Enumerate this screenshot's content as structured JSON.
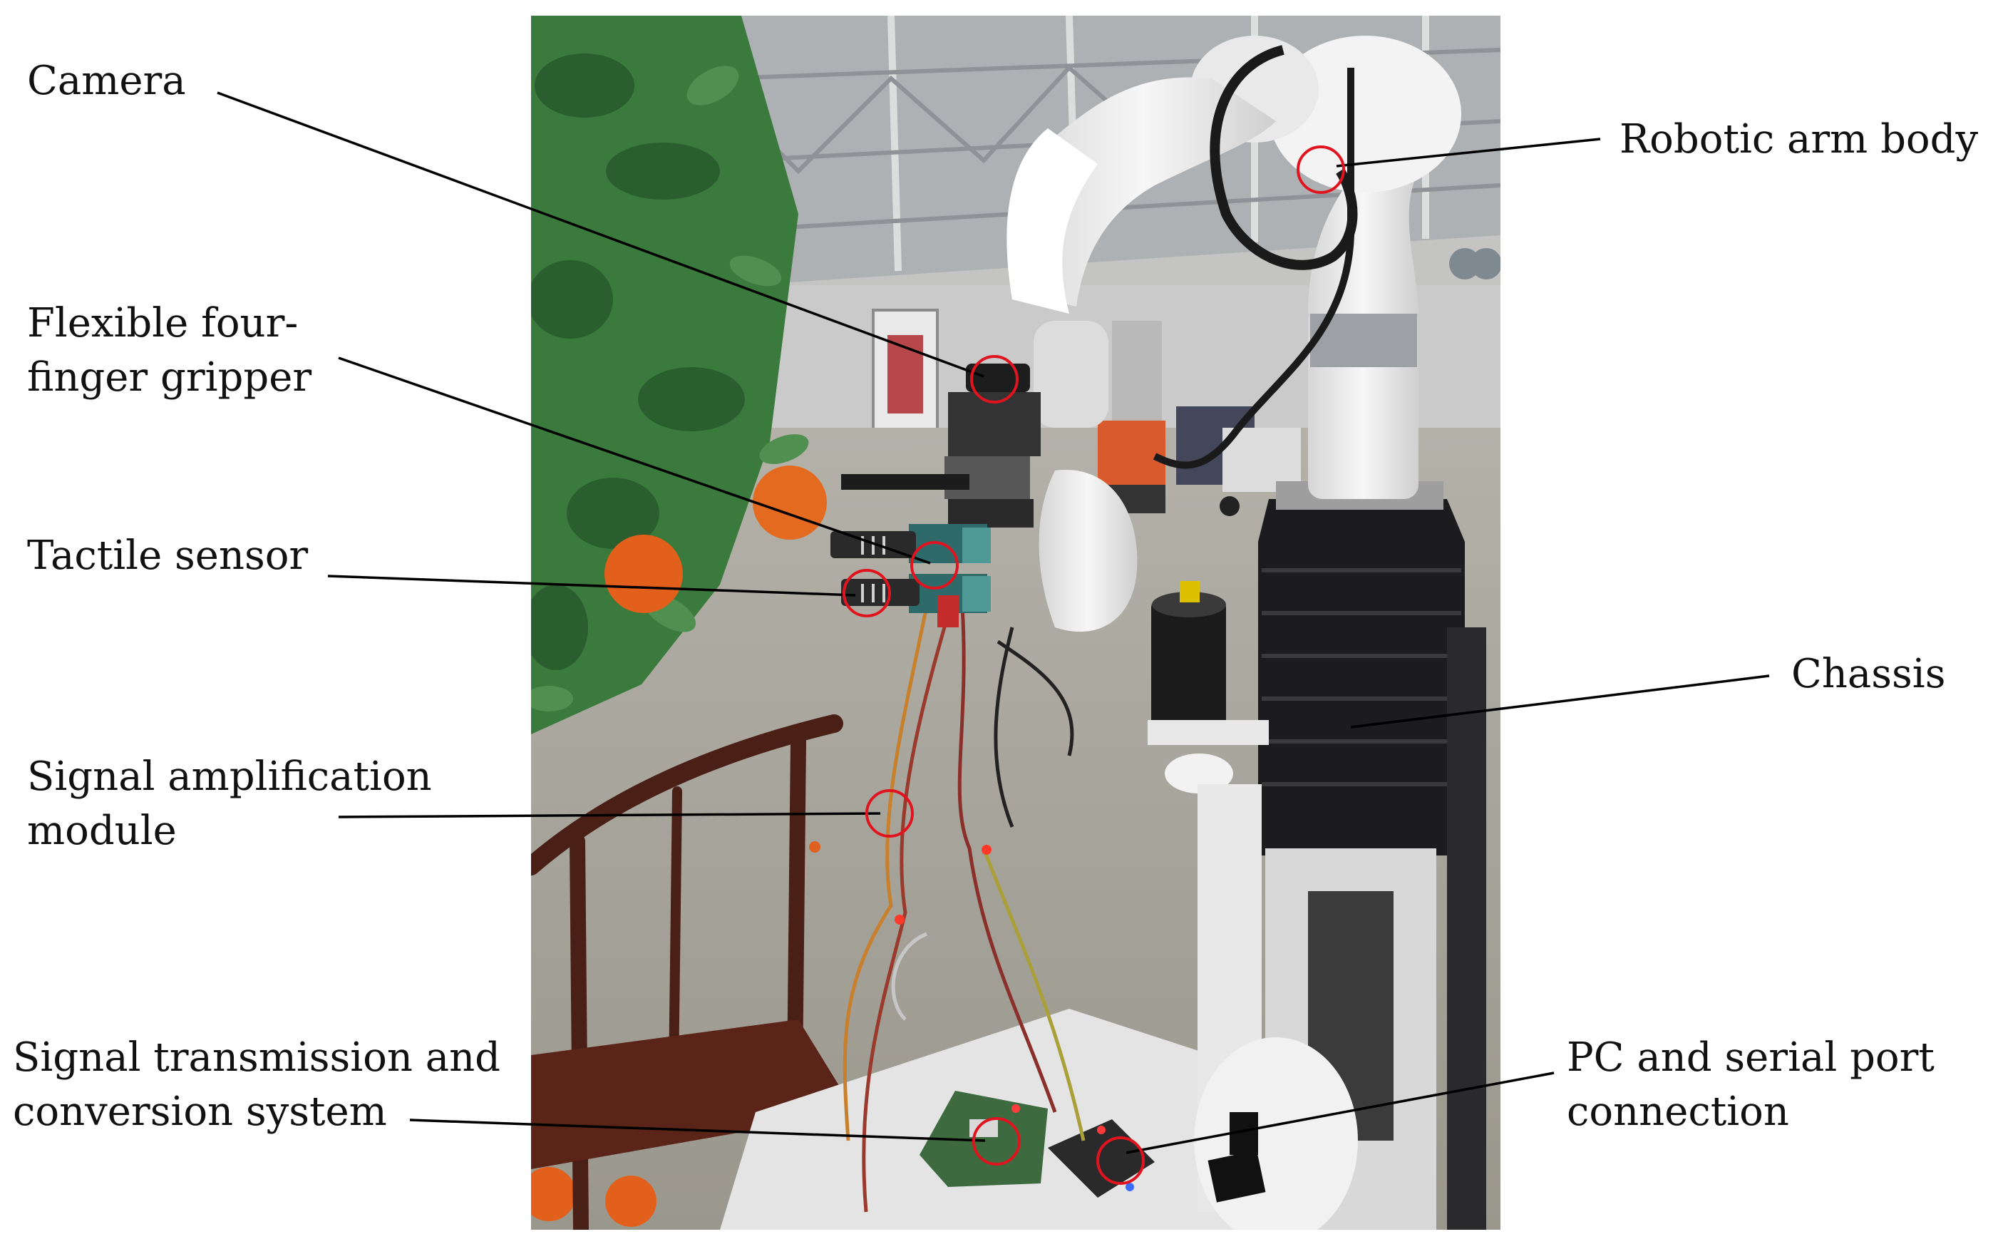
{
  "figure": {
    "labels": {
      "camera": [
        "Camera"
      ],
      "gripper": [
        "Flexible four-",
        "finger gripper"
      ],
      "tactile": [
        "Tactile sensor"
      ],
      "amplifier": [
        "Signal amplification",
        "module"
      ],
      "transmission": [
        "Signal transmission and",
        "conversion system"
      ],
      "arm_body": [
        "Robotic arm body"
      ],
      "chassis": [
        "Chassis"
      ],
      "pc": [
        "PC and serial port",
        "connection"
      ]
    },
    "colors": {
      "leader_line": "#000000",
      "marker_circle": "#e0141e",
      "ceiling": "#b9bcbf",
      "wall": "#c8c9c8",
      "floor": "#a6a398",
      "tree": "#2f6a33",
      "orange": "#e5601f",
      "robot_arm": "#eeeeee",
      "chassis": "#1b1b1d",
      "chair": "#4a1f16",
      "table": "#e6e6e6"
    }
  }
}
